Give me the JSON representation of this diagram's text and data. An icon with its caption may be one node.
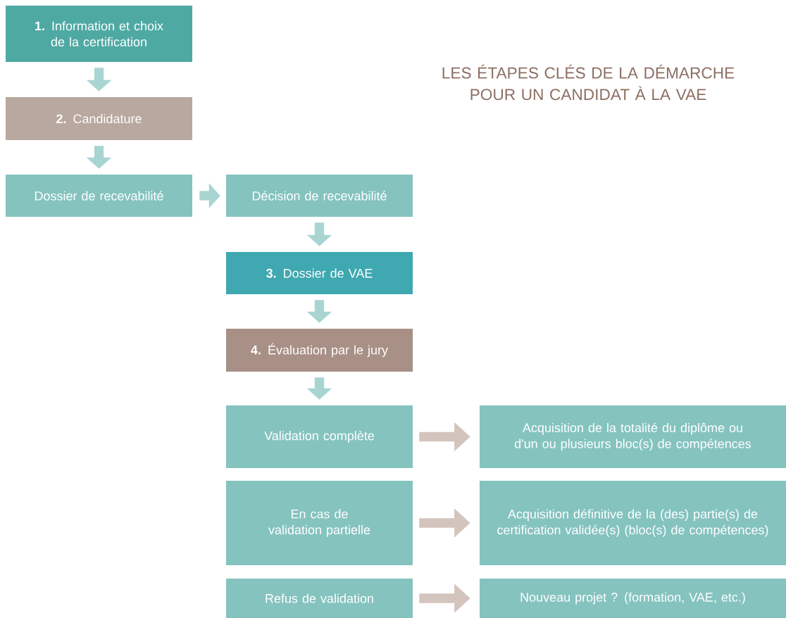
{
  "diagram": {
    "title": "LES ÉTAPES CLÉS DE LA DÉMARCHE POUR UN CANDIDAT À LA VAE",
    "nodes": [
      {
        "text": [
          "**1.** Information et choix de la certification"
        ]
      },
      {
        "text": [
          "**2.** Candidature"
        ]
      },
      {
        "text": [
          "Dossier de recevabilité"
        ]
      },
      {
        "text": [
          "Décision de recevabilité"
        ]
      },
      {
        "text": [
          "**3.** Dossier de VAE"
        ]
      },
      {
        "text": [
          "**4.** Évaluation par le jury"
        ]
      },
      {
        "text": [
          "Validation complète"
        ]
      },
      {
        "text": [
          "Acquisition de la totalité du diplôme ou d'un ou plusieurs bloc(s) de compétences"
        ]
      },
      {
        "text": [
          "En cas de validation partielle"
        ]
      },
      {
        "text": [
          "Acquisition définitive de la (des) partie(s) de certification validée(s) (bloc(s) de compétences)"
        ]
      },
      {
        "text": [
          "Refus de validation"
        ]
      },
      {
        "text": [
          "Nouveau projet ? (formation, VAE, etc.)"
        ]
      }
    ],
    "edges": [
      {
        "from": 0,
        "to": 1,
        "arrow": "to"
      },
      {
        "from": 1,
        "to": 2,
        "arrow": "to"
      },
      {
        "from": 2,
        "to": 3,
        "arrow": "to"
      },
      {
        "from": 3,
        "to": 4,
        "arrow": "to"
      },
      {
        "from": 4,
        "to": 5,
        "arrow": "to"
      },
      {
        "from": 5,
        "to": 6,
        "arrow": "to"
      },
      {
        "from": 6,
        "to": 7,
        "arrow": "to",
        "color": "#d3c5bd"
      },
      {
        "from": 8,
        "to": 9,
        "arrow": "to",
        "color": "#d3c5bd"
      },
      {
        "from": 10,
        "to": 11,
        "arrow": "to",
        "color": "#d3c5bd"
      }
    ]
  }
}
